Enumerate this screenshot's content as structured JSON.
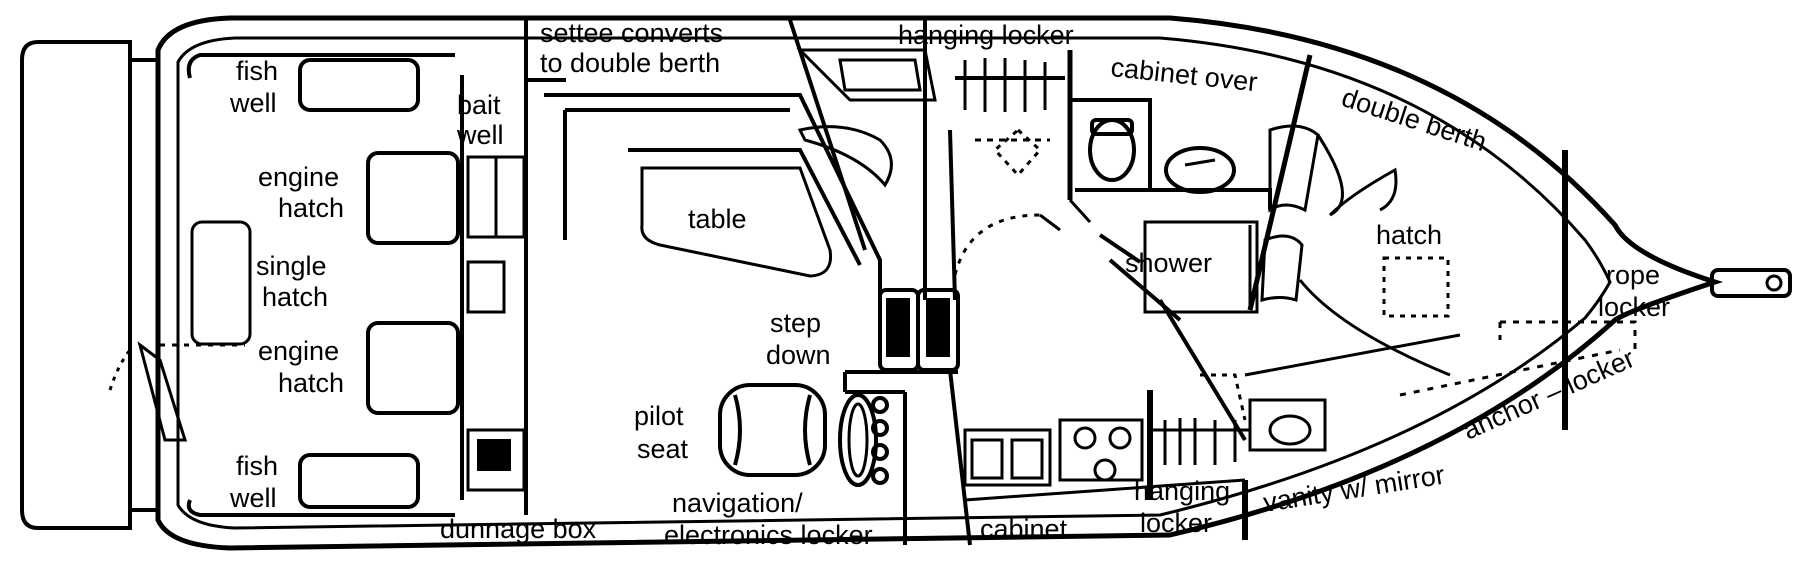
{
  "labels": {
    "fish_well_top_1": "fish",
    "fish_well_top_2": "well",
    "bait_well_1": "bait",
    "bait_well_2": "well",
    "engine_hatch_top_1": "engine",
    "engine_hatch_top_2": "hatch",
    "single_hatch_1": "single",
    "single_hatch_2": "hatch",
    "engine_hatch_bottom_1": "engine",
    "engine_hatch_bottom_2": "hatch",
    "fish_well_bottom_1": "fish",
    "fish_well_bottom_2": "well",
    "settee_1": "settee converts",
    "settee_2": "to double berth",
    "hanging_locker_top": "hanging locker",
    "cabinet_over": "cabinet over",
    "double_berth": "double berth",
    "table": "table",
    "shower": "shower",
    "hatch_forward": "hatch",
    "rope_locker_1": "rope",
    "rope_locker_2": "locker",
    "step_down_1": "step",
    "step_down_2": "down",
    "pilot_seat_1": "pilot",
    "pilot_seat_2": "seat",
    "anchor_locker": "anchor – locker",
    "vanity": "vanity w/ mirror",
    "dunnage_box": "dunnage box",
    "nav_locker_1": "navigation/",
    "nav_locker_2": "electronics locker",
    "cabinet_bottom": "cabinet",
    "hanging_locker_bottom_1": "hanging",
    "hanging_locker_bottom_2": "locker"
  }
}
